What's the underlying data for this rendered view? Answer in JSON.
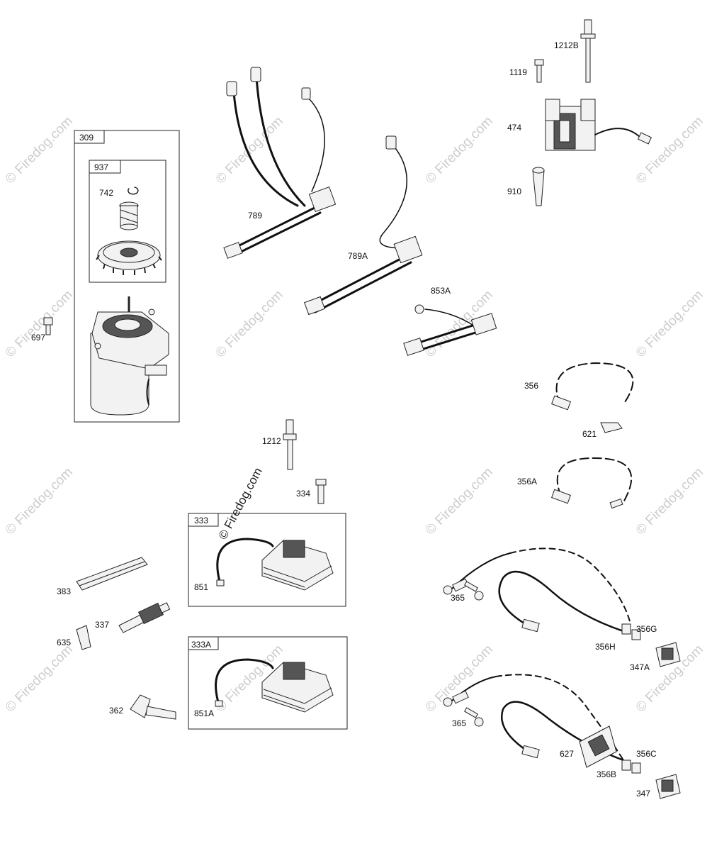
{
  "labels": {
    "l309": "309",
    "l937": "937",
    "l742": "742",
    "l697": "697",
    "l789": "789",
    "l789A": "789A",
    "l853A": "853A",
    "l1119": "1119",
    "l1212B": "1212B",
    "l474": "474",
    "l910": "910",
    "l356": "356",
    "l621": "621",
    "l356A": "356A",
    "l1212": "1212",
    "l334": "334",
    "l333": "333",
    "l851": "851",
    "l333A": "333A",
    "l851A": "851A",
    "l383": "383",
    "l337": "337",
    "l635": "635",
    "l362": "362",
    "l365a": "365",
    "l356G": "356G",
    "l356H": "356H",
    "l347A": "347A",
    "l365b": "365",
    "l627": "627",
    "l356C": "356C",
    "l356B": "356B",
    "l347": "347"
  },
  "watermark": "© Firedog.com"
}
